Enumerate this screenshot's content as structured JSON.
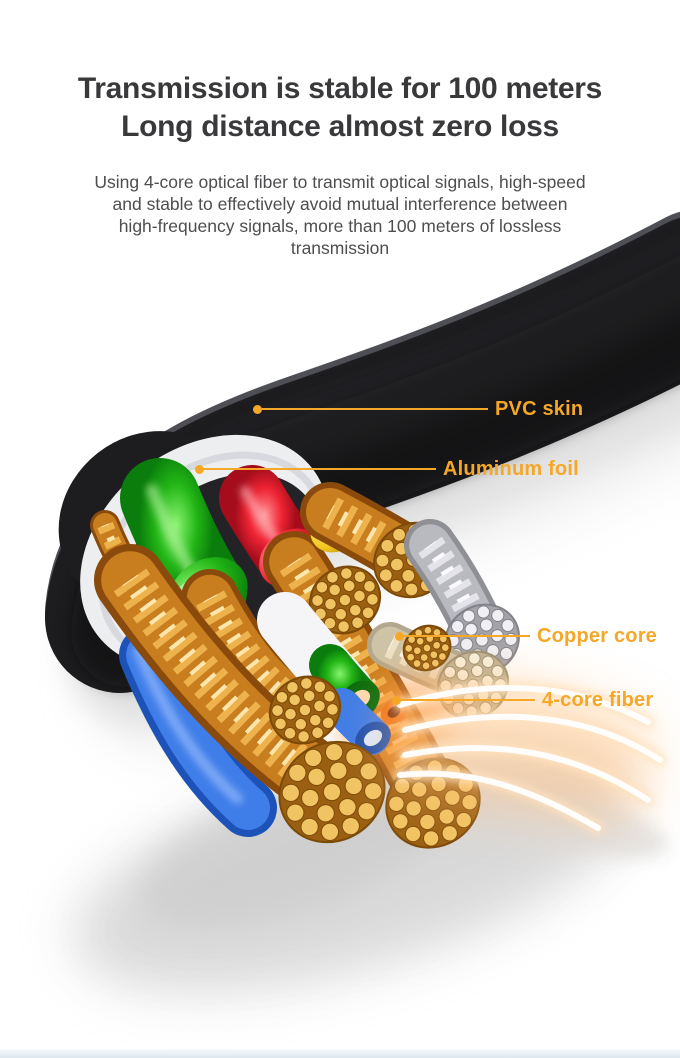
{
  "section": {
    "background_color": "#ffffff",
    "bottom_edge_color": "#dde6ee"
  },
  "heading": {
    "line1": "Transmission is stable for 100 meters",
    "line2": "Long distance almost zero loss",
    "color": "#39393b"
  },
  "description": {
    "color": "#4e4e50",
    "lines": [
      "Using 4-core optical fiber to transmit optical signals, high-speed",
      "and stable to effectively avoid mutual interference between",
      "high-frequency signals, more than 100 meters of lossless",
      "transmission"
    ]
  },
  "figure": {
    "accent_color": "#f5a728",
    "callouts": [
      {
        "label": "PVC skin"
      },
      {
        "label": "Aluminum foil"
      },
      {
        "label": "Copper core"
      },
      {
        "label": "4-core fiber"
      }
    ],
    "palette": {
      "jacket_black": "#1d1d20",
      "foil_white": "#eceef0",
      "copper": "#c87d1e",
      "copper_strand": "#f1c463",
      "wire_green": "#22b515",
      "wire_red": "#ef2433",
      "wire_yellow": "#f3c81e",
      "wire_blue": "#3f7de8",
      "fiber_glow": "#ffbe7d"
    }
  }
}
